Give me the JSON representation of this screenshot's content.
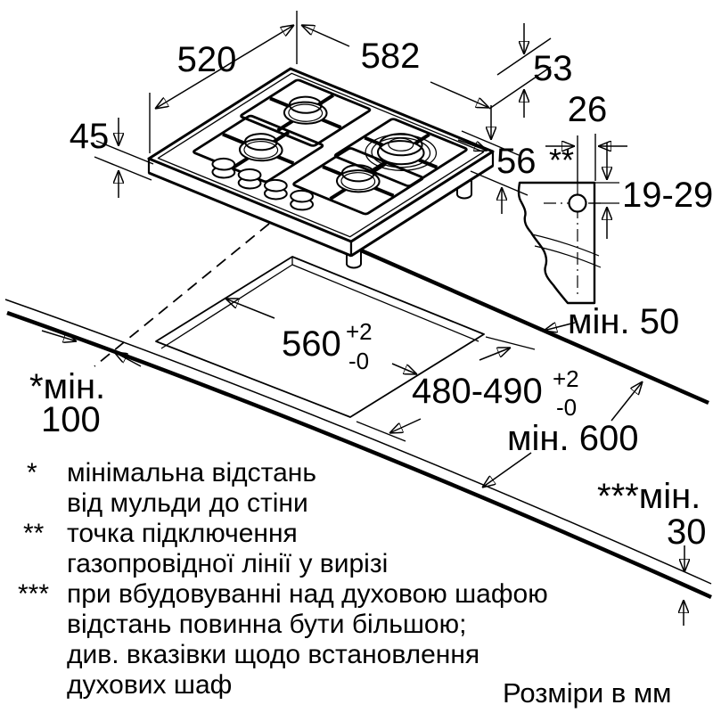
{
  "dims": {
    "depth": "520",
    "width": "582",
    "side": "53",
    "height_left": "45",
    "height_right": "56",
    "connection_offset": "26",
    "connection_marker": "**",
    "connection_depth": "19-29",
    "cutout_width": "560",
    "cutout_width_tol_plus": "+2",
    "cutout_width_tol_minus": "-0",
    "cutout_depth": "480-490",
    "cutout_depth_tol_plus": "+2",
    "cutout_depth_tol_minus": "-0",
    "min_wall_side": "мін. 50",
    "min_rear_marker": "*мін.",
    "min_rear_value": "100",
    "min_worktop": "мін. 600",
    "min_oven_marker": "***мін.",
    "min_oven_value": "30"
  },
  "footnotes": [
    {
      "marker": "*",
      "lines": [
        "мінімальна відстань",
        "від мульди до стіни"
      ]
    },
    {
      "marker": "**",
      "lines": [
        "точка підключення",
        "газопровідної лінії у вирізі"
      ]
    },
    {
      "marker": "***",
      "lines": [
        "при вбудовуванні над духовою шафою",
        "відстань повинна бути більшою;",
        "див. вказівки щодо встановлення",
        "духових шаф"
      ]
    }
  ],
  "units_note": "Розміри в мм",
  "colors": {
    "line": "#000000",
    "background": "#ffffff",
    "burner_cap": "#c9c9c9"
  }
}
